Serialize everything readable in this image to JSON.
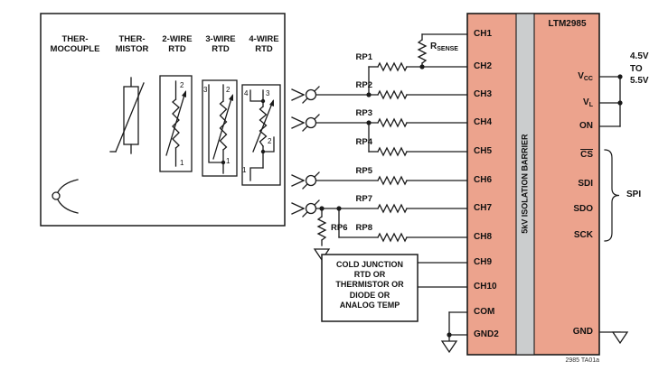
{
  "colors": {
    "ic_fill": "#ECA38D",
    "barrier_fill": "#CBCDCE"
  },
  "sensor_panel": {
    "labels": [
      {
        "l1": "THER-",
        "l2": "MOCOUPLE"
      },
      {
        "l1": "THER-",
        "l2": "MISTOR"
      },
      {
        "l1": "2-WIRE",
        "l2": "RTD"
      },
      {
        "l1": "3-WIRE",
        "l2": "RTD"
      },
      {
        "l1": "4-WIRE",
        "l2": "RTD"
      }
    ],
    "rtd2_pins": [
      "2",
      "1"
    ],
    "rtd3_pins": [
      "3",
      "2",
      "1"
    ],
    "rtd4_pins": [
      "4",
      "3",
      "2",
      "1"
    ]
  },
  "resistors": {
    "rp1": "RP1",
    "rp2": "RP2",
    "rp3": "RP3",
    "rp4": "RP4",
    "rp5": "RP5",
    "rp6": "RP6",
    "rp7": "RP7",
    "rp8": "RP8",
    "rsense_base": "R",
    "rsense_sub": "SENSE"
  },
  "cold_junction_box": {
    "lines": [
      "COLD JUNCTION",
      "RTD OR",
      "THERMISTOR OR",
      "DIODE OR",
      "ANALOG TEMP"
    ]
  },
  "ic": {
    "part_number": "LTM2985",
    "isolation_barrier": "5kV ISOLATION BARRIER",
    "left_pins": [
      "CH1",
      "CH2",
      "CH3",
      "CH4",
      "CH5",
      "CH6",
      "CH7",
      "CH8",
      "CH9",
      "CH10",
      "COM",
      "GND2"
    ],
    "right_pins": {
      "vcc_base": "V",
      "vcc_sub": "CC",
      "vl_base": "V",
      "vl_sub": "L",
      "on": "ON",
      "cs": "CS",
      "sdi": "SDI",
      "sdo": "SDO",
      "sck": "SCK",
      "gnd": "GND"
    }
  },
  "annotations": {
    "supply_l1": "4.5V",
    "supply_l2": "TO",
    "supply_l3": "5.5V",
    "spi": "SPI",
    "figure_ref": "2985 TA01a"
  }
}
